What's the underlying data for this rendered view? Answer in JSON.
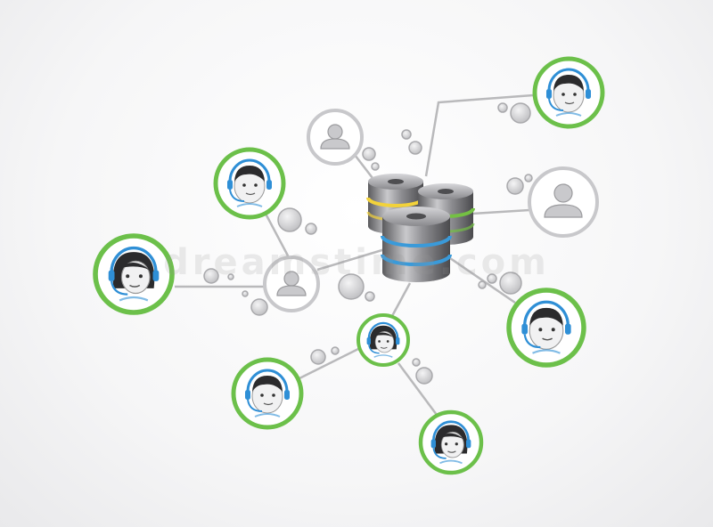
{
  "colors": {
    "background": "#f4f4f5",
    "link_line": "#b9b9bb",
    "agent_ring": "#6cc04a",
    "user_ring": "#c8c8cb",
    "server_band_yellow": "#f2d23a",
    "server_band_green": "#74c043",
    "server_band_blue": "#3a9ad9",
    "headset": "#2f8fd6"
  },
  "watermark": {
    "text": "dreamstime.com"
  },
  "nodes": {
    "server": {
      "icon": "database-server-icon"
    },
    "agents": [
      {
        "id": "agent-top-right",
        "icon": "support-agent-icon",
        "variant": "male"
      },
      {
        "id": "agent-upper-left",
        "icon": "support-agent-icon",
        "variant": "male"
      },
      {
        "id": "agent-left",
        "icon": "support-agent-icon",
        "variant": "female"
      },
      {
        "id": "agent-right",
        "icon": "support-agent-icon",
        "variant": "male"
      },
      {
        "id": "agent-center-small",
        "icon": "support-agent-icon",
        "variant": "female"
      },
      {
        "id": "agent-bottom-left",
        "icon": "support-agent-icon",
        "variant": "male"
      },
      {
        "id": "agent-bottom",
        "icon": "support-agent-icon",
        "variant": "female"
      }
    ],
    "users": [
      {
        "id": "user-top",
        "icon": "user-silhouette-icon"
      },
      {
        "id": "user-right",
        "icon": "user-silhouette-icon"
      },
      {
        "id": "user-center",
        "icon": "user-silhouette-icon"
      }
    ]
  }
}
